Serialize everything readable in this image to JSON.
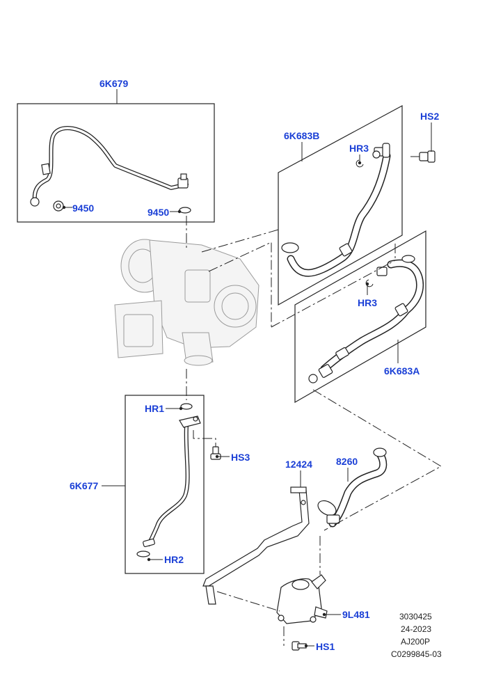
{
  "callouts": {
    "p6k679": "6K679",
    "p9450_a": "9450",
    "p9450_b": "9450",
    "p6k683b": "6K683B",
    "hr3_a": "HR3",
    "hs2": "HS2",
    "hr3_b": "HR3",
    "p6k683a": "6K683A",
    "hr1": "HR1",
    "hs3": "HS3",
    "p6k677": "6K677",
    "hr2": "HR2",
    "p12424": "12424",
    "p8260": "8260",
    "p9l481": "9L481",
    "hs1": "HS1"
  },
  "notes": {
    "line1": "3030425",
    "line2": "24-2023",
    "line3": "AJ200P",
    "line4": "C0299845-03"
  },
  "colors": {
    "callout": "#1a3fd6",
    "line": "#222222",
    "ghost": "#9a9a9a"
  }
}
